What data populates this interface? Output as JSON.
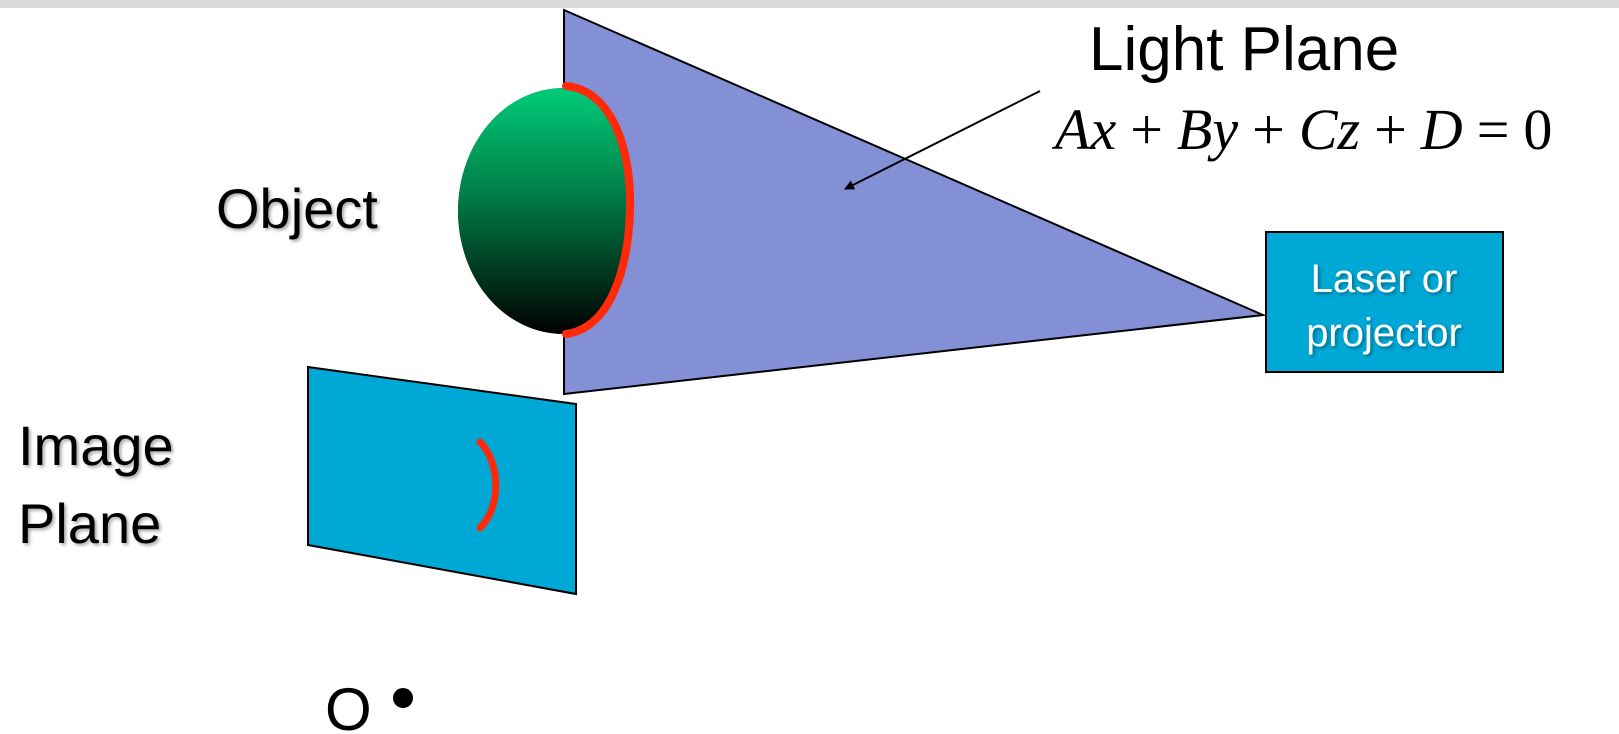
{
  "labels": {
    "light_plane": "Light Plane",
    "object": "Object",
    "image_plane_line1": "Image",
    "image_plane_line2": "Plane",
    "laser_line1": "Laser or",
    "laser_line2": "projector",
    "origin": "O"
  },
  "equation": {
    "A": "A",
    "x": "x",
    "plus1": "+",
    "B": "B",
    "y": "y",
    "plus2": "+",
    "C": "C",
    "z": "z",
    "plus3": "+",
    "D": "D",
    "eq": "=",
    "zero": "0"
  },
  "colors": {
    "top_bar": "#d9d9d9",
    "light_plane_fill": "#8490d6",
    "cyan": "#00a8d6",
    "stripe": "#ff2a0a",
    "sphere_top": "#00c878",
    "sphere_bottom": "#000000",
    "sphere_back": "#004a7a",
    "outline": "#000000"
  }
}
